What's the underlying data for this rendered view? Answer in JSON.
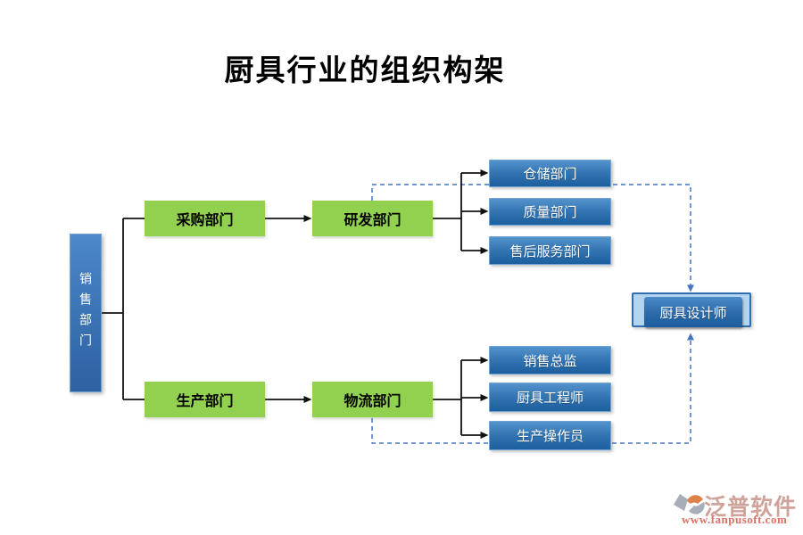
{
  "title": "厨具行业的组织构架",
  "org": {
    "root": {
      "label": "销售部门"
    },
    "purchasing": {
      "label": "采购部门"
    },
    "production": {
      "label": "生产部门"
    },
    "rd": {
      "label": "研发部门"
    },
    "logistics": {
      "label": "物流部门"
    },
    "rd_children": [
      {
        "label": "仓储部门"
      },
      {
        "label": "质量部门"
      },
      {
        "label": "售后服务部门"
      }
    ],
    "logistics_children": [
      {
        "label": "销售总监"
      },
      {
        "label": "厨具工程师"
      },
      {
        "label": "生产操作员"
      }
    ],
    "designer": {
      "label": "厨具设计师"
    }
  },
  "watermark": {
    "brand": "泛普软件",
    "url": "www.fanpusoft.com",
    "icon": "fanpu-logo-icon"
  },
  "colors": {
    "node_green": "#92d050",
    "node_blue_top": "#5493cc",
    "node_blue_bottom": "#1c5f9e",
    "designer_frame": "#b3d4ee",
    "designer_border": "#2f6eb0",
    "connector_black": "#111111",
    "connector_dashed_blue": "#4576c2",
    "watermark_orange": "#dd8147",
    "watermark_gray": "#a7aeb9",
    "watermark_brand_text": "#cfa29a",
    "watermark_url_text": "#dd7065"
  }
}
